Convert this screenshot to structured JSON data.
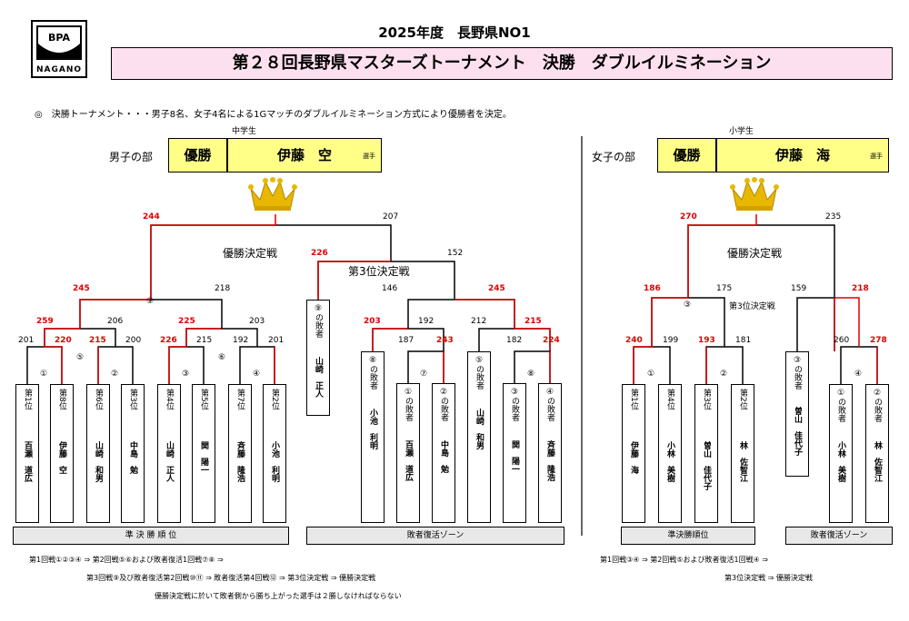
{
  "season": "2025年度　長野県NO1",
  "title": "第２８回長野県マスターズトーナメント　決勝　ダブルイルミネーション",
  "logo": {
    "mark": "BPA",
    "text": "NAGANO"
  },
  "description": "◎　決勝トーナメント・・・男子8名、女子4名による1Gマッチのダブルイルミネーション方式により優勝者を決定。",
  "men": {
    "label": "男子の部",
    "category": "中学生",
    "winner_label": "優勝",
    "winner_name": "伊藤　空",
    "suffix": "選手",
    "final_label": "優勝決定戦",
    "third_label": "第3位決定戦",
    "zone_left": "準 決 勝 順 位",
    "zone_right": "敗者復活ゾーン",
    "players": [
      {
        "rank": "第1位",
        "name": "百瀬　道広"
      },
      {
        "rank": "第8位",
        "name": "伊藤　空"
      },
      {
        "rank": "第6位",
        "name": "山崎　和男"
      },
      {
        "rank": "第3位",
        "name": "中島　勉"
      },
      {
        "rank": "第4位",
        "name": "山崎　正人"
      },
      {
        "rank": "第5位",
        "name": "関　陽一"
      },
      {
        "rank": "第7位",
        "name": "斉藤　隆浩"
      },
      {
        "rank": "第2位",
        "name": "小池　利明"
      }
    ],
    "losers": [
      {
        "rank": "⑧の敗者",
        "name": "小池　利明"
      },
      {
        "rank": "①の敗者",
        "name": "百瀬　道広"
      },
      {
        "rank": "②の敗者",
        "name": "中島　勉"
      },
      {
        "rank": "⑤の敗者",
        "name": "山崎　和男"
      },
      {
        "rank": "③の敗者",
        "name": "関　陽一"
      },
      {
        "rank": "④の敗者",
        "name": "斉藤　隆浩"
      }
    ],
    "third_loser": {
      "rank": "⑨の敗者",
      "name": "山崎　正人"
    },
    "circles": [
      "①",
      "②",
      "③",
      "④",
      "⑤",
      "⑥",
      "⑦",
      "⑧",
      "⑨"
    ],
    "scores": {
      "s201a": "201",
      "s220": "220",
      "s215a": "215",
      "s200": "200",
      "s226a": "226",
      "s215b": "215",
      "s192a": "192",
      "s201b": "201",
      "s259": "259",
      "s206": "206",
      "s225": "225",
      "s203a": "203",
      "s245a": "245",
      "s218": "218",
      "s244": "244",
      "s207": "207",
      "s226b": "226",
      "s152": "152",
      "s146": "146",
      "s245b": "245",
      "s203b": "203",
      "s192b": "192",
      "s212": "212",
      "s215c": "215",
      "s187": "187",
      "s243": "243",
      "s182": "182",
      "s224": "224"
    },
    "notes": [
      "第1回戦①②③④ ⇒ 第2回戦⑤⑥および敗者復活1回戦⑦⑧ ⇒",
      "第3回戦⑨及び敗者復活第2回戦⑩⑪ ⇒ 敗者復活第4回戦⑫ ⇒ 第3位決定戦 ⇒ 優勝決定戦",
      "優勝決定戦に於いて敗者側から勝ち上がった選手は２勝しなければならない"
    ]
  },
  "women": {
    "label": "女子の部",
    "category": "小学生",
    "winner_label": "優勝",
    "winner_name": "伊藤　海",
    "suffix": "選手",
    "final_label": "優勝決定戦",
    "third_label": "第3位決定戦",
    "zone_left": "準決勝順位",
    "zone_right": "敗者復活ゾーン",
    "players": [
      {
        "rank": "第1位",
        "name": "伊藤　海"
      },
      {
        "rank": "第4位",
        "name": "小林　美樹"
      },
      {
        "rank": "第3位",
        "name": "曽山　佳代子"
      },
      {
        "rank": "第2位",
        "name": "林　佐智江"
      }
    ],
    "losers": [
      {
        "rank": "①の敗者",
        "name": "小林　美樹"
      },
      {
        "rank": "②の敗者",
        "name": "林　佐智江"
      }
    ],
    "third_loser": {
      "rank": "③の敗者",
      "name": "曽山　佳代子"
    },
    "circles": [
      "①",
      "②",
      "③",
      "④"
    ],
    "scores": {
      "w240": "240",
      "w199": "199",
      "w193": "193",
      "w181": "181",
      "w186": "186",
      "w175": "175",
      "w270": "270",
      "w235": "235",
      "w159": "159",
      "w218": "218",
      "w260": "260",
      "w278": "278"
    },
    "notes": [
      "第1回戦③④ ⇒ 第2回戦⑤および敗者復活1回戦④ ⇒",
      "第3位決定戦 ⇒ 優勝決定戦"
    ]
  },
  "colors": {
    "title_bg": "#fde0ef",
    "winner_bg": "#ffff88",
    "win_line": "#d00000",
    "zone_bg": "#e8e8e8",
    "crown": "#e8b800"
  }
}
